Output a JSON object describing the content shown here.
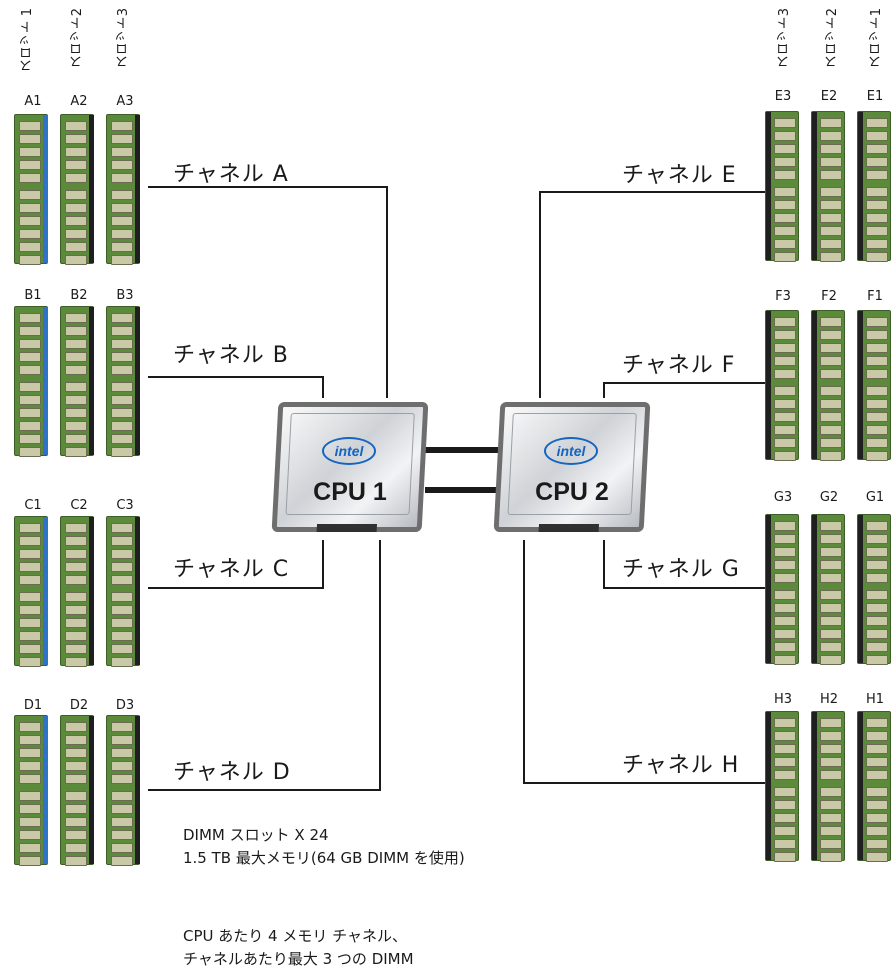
{
  "slot_headers": {
    "left": [
      "スロット 1",
      "スロット2",
      "スロット3"
    ],
    "right": [
      "スロット3",
      "スロット2",
      "スロット1"
    ]
  },
  "dimm_labels": {
    "A": [
      "A1",
      "A2",
      "A3"
    ],
    "B": [
      "B1",
      "B2",
      "B3"
    ],
    "C": [
      "C1",
      "C2",
      "C3"
    ],
    "D": [
      "D1",
      "D2",
      "D3"
    ],
    "E": [
      "E3",
      "E2",
      "E1"
    ],
    "F": [
      "F3",
      "F2",
      "F1"
    ],
    "G": [
      "G3",
      "G2",
      "G1"
    ],
    "H": [
      "H3",
      "H2",
      "H1"
    ]
  },
  "channels": {
    "A": "チャネル A",
    "B": "チャネル B",
    "C": "チャネル C",
    "D": "チャネル D",
    "E": "チャネル E",
    "F": "チャネル F",
    "G": "チャネル G",
    "H": "チャネル H"
  },
  "cpus": {
    "cpu1": "CPU 1",
    "cpu2": "CPU 2",
    "logo_text": "intel"
  },
  "info": {
    "line1": "DIMM スロット X 24",
    "line2": "1.5 TB 最大メモリ(64 GB DIMM を使用)",
    "line3": "CPU あたり 4 メモリ チャネル、",
    "line4": "チャネルあたり最大 3 つの DIMM"
  },
  "colors": {
    "dimm_pcb": "#5a8a3a",
    "dimm_chip": "#c9c9a8",
    "slot_left_1": "#2f73c8",
    "slot_other": "#1f1f1f",
    "wire": "#1a1a1a"
  }
}
